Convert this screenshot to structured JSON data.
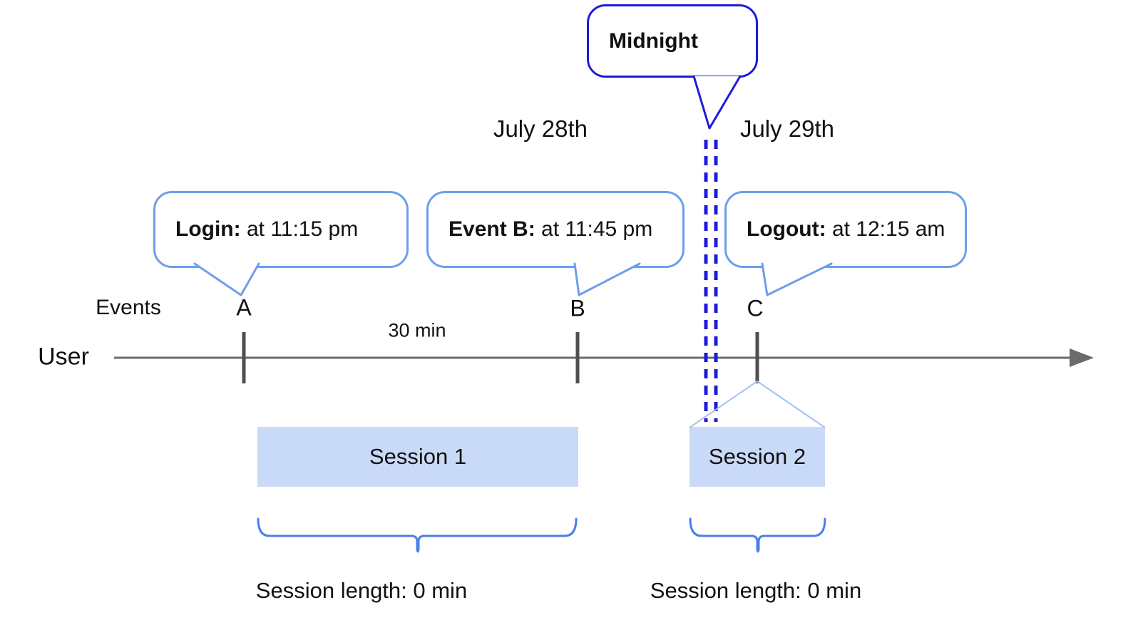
{
  "colors": {
    "callout-blue": "#6d9eeb",
    "midnight-blue": "#1c1cdb",
    "brace-blue": "#4a7fe8",
    "connector-blue": "#a4c2f4",
    "session-fill": "#c9daf8",
    "axis-gray": "#6b6b6b",
    "tick-gray": "#4f4f4f",
    "text-color": "#111111"
  },
  "dates": {
    "left": "July 28th",
    "right": "July 29th"
  },
  "callouts": {
    "midnight": {
      "label": "Midnight"
    },
    "login": {
      "bold": "Login:",
      "rest": " at 11:15 pm"
    },
    "event_b": {
      "bold": "Event B:",
      "rest": " at 11:45 pm"
    },
    "logout": {
      "bold": "Logout:",
      "rest": " at 12:15 am"
    }
  },
  "timeline": {
    "row_label": "Events",
    "axis_label": "User",
    "interval_label": "30 min",
    "markers": [
      "A",
      "B",
      "C"
    ]
  },
  "sessions": [
    {
      "label": "Session 1",
      "length_label": "Session length: 0 min"
    },
    {
      "label": "Session 2",
      "length_label": "Session length: 0 min"
    }
  ]
}
